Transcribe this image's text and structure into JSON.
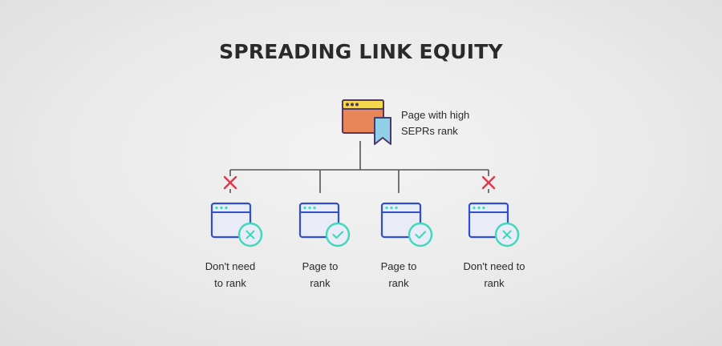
{
  "title": "SPREADING LINK EQUITY",
  "source_page": {
    "label_line1": "Page with high",
    "label_line2": "SEPRs rank",
    "icon": "browser-window-bookmark-icon",
    "colors": {
      "body": "#e8865a",
      "titlebar": "#f5d84e",
      "outline": "#4d3a6a",
      "bookmark": "#8fd0e6"
    }
  },
  "children": [
    {
      "label_line1": "Don't need",
      "label_line2": "to rank",
      "status": "blocked",
      "badge_icon": "x-icon"
    },
    {
      "label_line1": "Page to",
      "label_line2": "rank",
      "status": "allowed",
      "badge_icon": "check-icon"
    },
    {
      "label_line1": "Page to",
      "label_line2": "rank",
      "status": "allowed",
      "badge_icon": "check-icon"
    },
    {
      "label_line1": "Don't need to",
      "label_line2": "rank",
      "status": "blocked",
      "badge_icon": "x-icon"
    }
  ],
  "colors": {
    "connector": "#555555",
    "blocked_marker": "#e0384a",
    "child_window": "#2f4fcf",
    "child_window_fill": "#e9ecf7",
    "badge": "#3fd8b8"
  }
}
